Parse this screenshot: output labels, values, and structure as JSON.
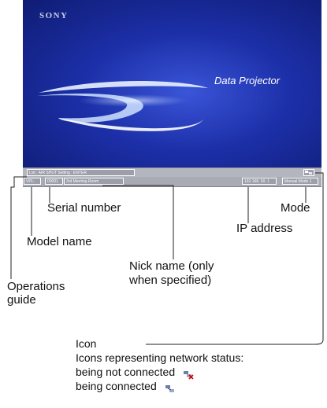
{
  "screen": {
    "brand": "SONY",
    "product_title": "Data Projector",
    "background_colors": [
      "#0f1c73",
      "#3a55d8"
    ]
  },
  "status_bar": {
    "operations_guide": "List : AIR SHUT  Setting : ENTER",
    "network_icon": "network-icon",
    "model_name": "VPL-",
    "serial_number": "00001",
    "nick_name": "3rd Meeting Room",
    "ip_address": "192.168. 50.  1",
    "mode": "Manual Mode 1"
  },
  "callouts": {
    "serial_number": "Serial number",
    "mode": "Mode",
    "ip_address": "IP address",
    "model_name": "Model name",
    "nick_name_line1": "Nick name (only",
    "nick_name_line2": "when specified)",
    "operations_guide_line1": "Operations",
    "operations_guide_line2": "guide"
  },
  "icon_legend": {
    "title": "Icon",
    "description": "Icons representing network status:",
    "not_connected": "being not connected",
    "connected": "being connected",
    "not_connected_icon": "network-disconnected-icon",
    "connected_icon": "network-connected-icon"
  }
}
